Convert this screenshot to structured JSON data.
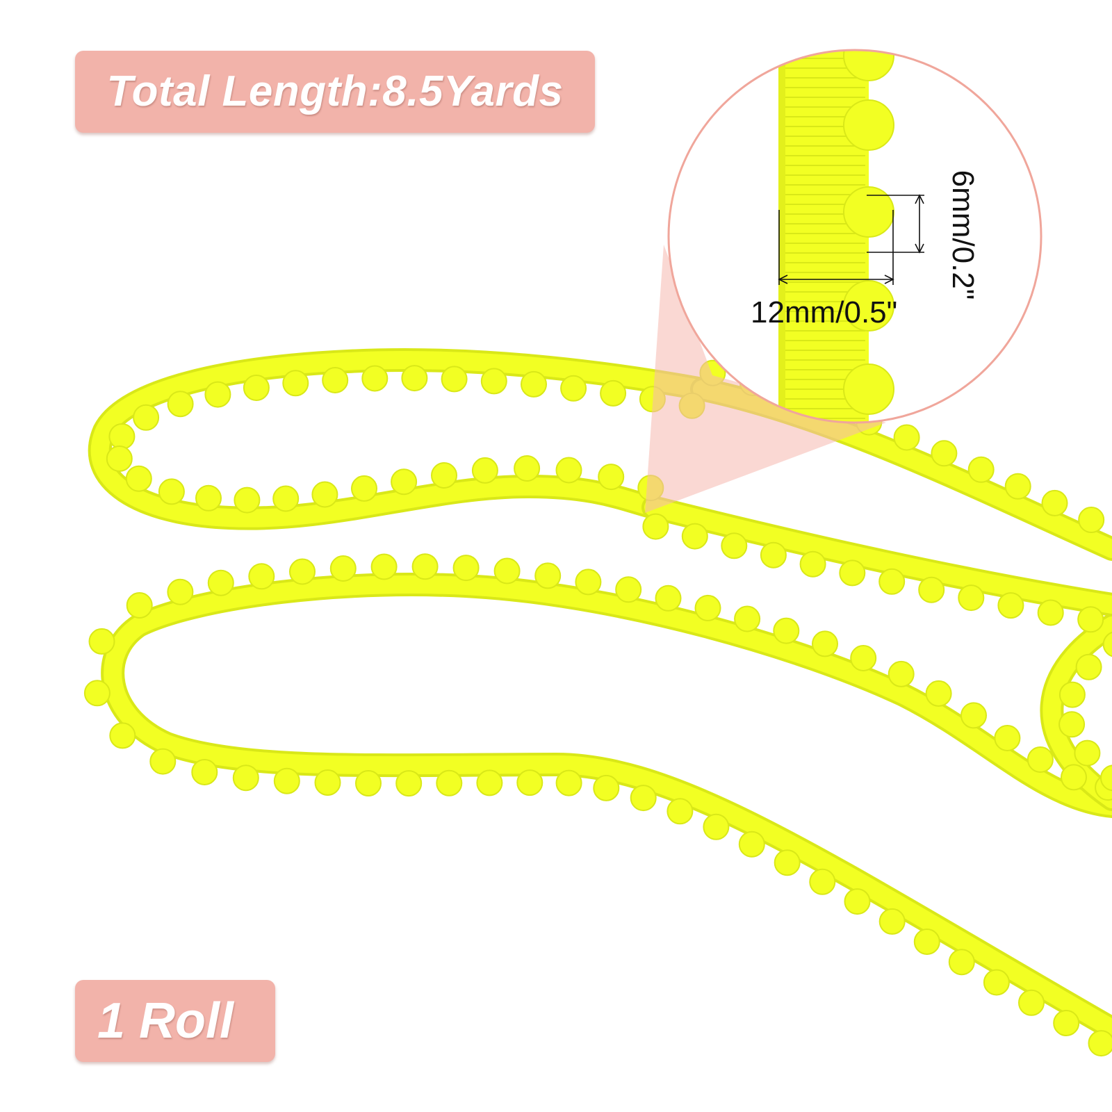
{
  "product_photo": {
    "subject": "neon yellow pom pom trim ribbon",
    "trim_color": "#f2ff23",
    "trim_shadow_color": "#d9e818",
    "badge_color": "#f2b3aa",
    "callout_color": "#f7c4bd"
  },
  "labels": {
    "total_length": "Total Length:8.5Yards",
    "quantity": "1 Roll"
  },
  "dimensions": {
    "width_label": "12mm/0.5\"",
    "height_label": "6mm/0.2\""
  }
}
